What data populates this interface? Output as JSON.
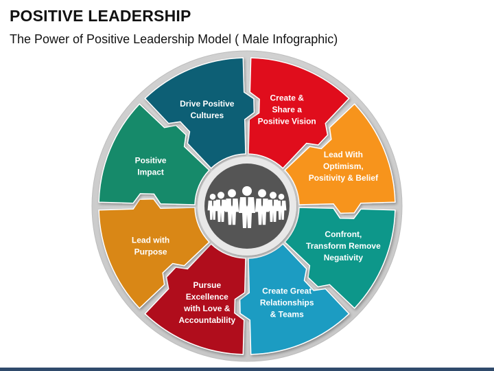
{
  "header": {
    "title": "POSITIVE LEADERSHIP",
    "subtitle": "The Power of Positive Leadership Model ( Male Infographic)"
  },
  "diagram": {
    "center_icon": "group-of-people-icon",
    "segments": [
      {
        "id": "create-share-vision",
        "lines": [
          "Create &",
          "Share a",
          "Positive Vision"
        ],
        "color": "#e0101a"
      },
      {
        "id": "lead-with-optimism",
        "lines": [
          "Lead With",
          "Optimism,",
          "Positivity & Belief"
        ],
        "color": "#f7941d"
      },
      {
        "id": "confront-transform",
        "lines": [
          "Confront,",
          "Transform Remove",
          "Negativity"
        ],
        "color": "#10978a"
      },
      {
        "id": "create-great-relationships",
        "lines": [
          "Create Great",
          "Relationships",
          "& Teams"
        ],
        "color": "#1b9cc2"
      },
      {
        "id": "pursue-excellence",
        "lines": [
          "Pursue",
          "Excellence",
          "with Love &",
          "Accountability"
        ],
        "color": "#b0101f"
      },
      {
        "id": "lead-with-purpose",
        "lines": [
          "Lead with",
          "Purpose"
        ],
        "color": "#d98712"
      },
      {
        "id": "positive-impact",
        "lines": [
          "Positive",
          "Impact"
        ],
        "color": "#128a6a"
      },
      {
        "id": "drive-positive-cultures",
        "lines": [
          "Drive Positive",
          "Cultures"
        ],
        "color": "#0d5f75"
      }
    ]
  },
  "colors": {
    "ring_background": "#d9d9d9",
    "center_circle": "#555555",
    "center_ring": "#e8e8e8",
    "bottom_bar": "#2f4a6b"
  }
}
